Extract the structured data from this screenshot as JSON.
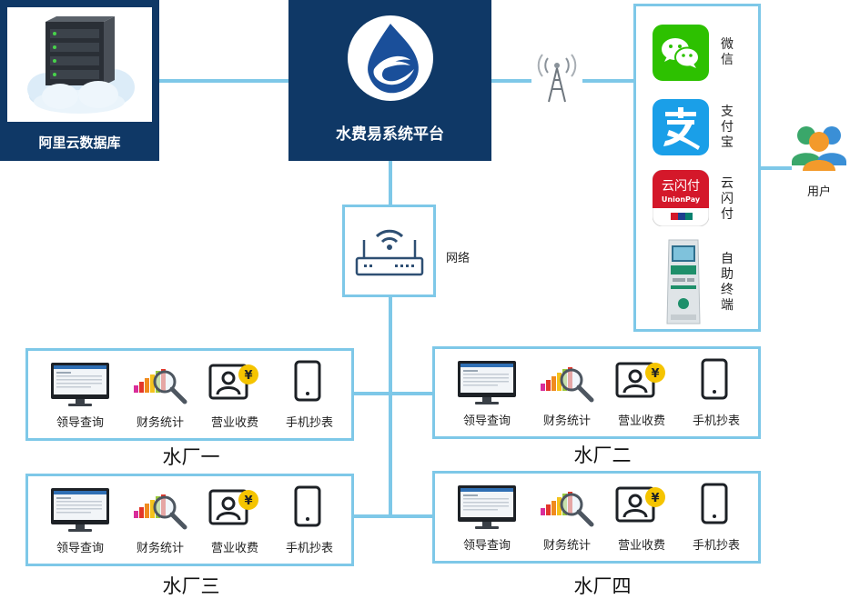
{
  "cloud_db": {
    "label": "阿里云数据库"
  },
  "platform": {
    "label": "水费易系统平台"
  },
  "network": {
    "label": "网络"
  },
  "user": {
    "label": "用户"
  },
  "payments": {
    "items": [
      {
        "label": "微信",
        "icon": "wechat-icon"
      },
      {
        "label": "支付宝",
        "icon": "alipay-icon"
      },
      {
        "label": "云闪付",
        "icon": "unionpay-icon",
        "logo_text": "云闪付",
        "logo_sub": "UnionPay"
      },
      {
        "label": "自助终端",
        "icon": "kiosk-icon"
      }
    ]
  },
  "plants": [
    {
      "title": "水厂一"
    },
    {
      "title": "水厂二"
    },
    {
      "title": "水厂三"
    },
    {
      "title": "水厂四"
    }
  ],
  "modules": [
    {
      "label": "领导查询",
      "icon": "monitor-icon"
    },
    {
      "label": "财务统计",
      "icon": "chart-magnifier-icon"
    },
    {
      "label": "营业收费",
      "icon": "cashier-icon"
    },
    {
      "label": "手机抄表",
      "icon": "phone-icon"
    }
  ],
  "colors": {
    "navy": "#0f3866",
    "connector": "#7ec8e8"
  }
}
